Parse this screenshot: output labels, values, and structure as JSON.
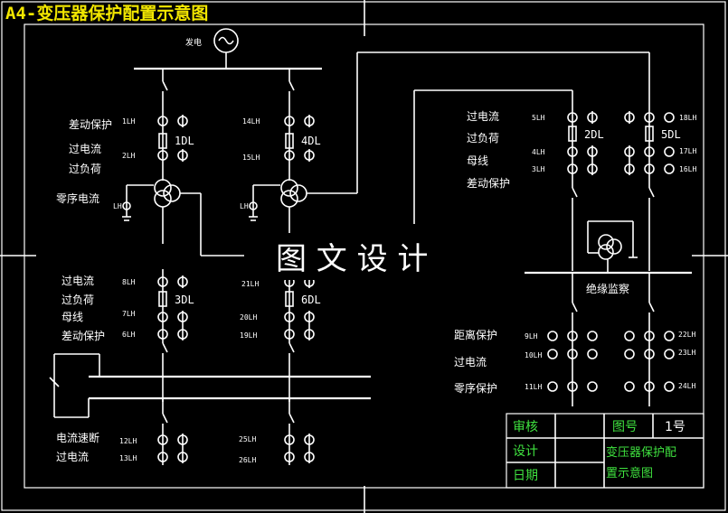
{
  "title": "A4-变压器保护配置示意图",
  "watermark": "图 文 设 计",
  "generator_label": "发电",
  "breakers": {
    "b1": "1DL",
    "b2": "2DL",
    "b3": "3DL",
    "b4": "4DL",
    "b5": "5DL",
    "b6": "6DL"
  },
  "left_top": {
    "l1": "差动保护",
    "l2": "过电流",
    "l3": "过负荷",
    "l4": "零序电流"
  },
  "left_bottom": {
    "l1": "过电流",
    "l2": "过负荷",
    "l3": "母线",
    "l4": "差动保护"
  },
  "left_low": {
    "l1": "电流速断",
    "l2": "过电流"
  },
  "right_top": {
    "l1": "过电流",
    "l2": "过负荷",
    "l3": "母线",
    "l4": "差动保护"
  },
  "right_bottom": {
    "l1": "距离保护",
    "l2": "过电流",
    "l3": "零序保护"
  },
  "insulation": "绝缘监察",
  "ct": {
    "c1": "1LH",
    "c2": "2LH",
    "c3": "3LH",
    "c4": "4LH",
    "c5": "5LH",
    "c6": "6LH",
    "c7": "7LH",
    "c8": "8LH",
    "c9": "9LH",
    "c10": "10LH",
    "c11": "11LH",
    "c12": "12LH",
    "c13": "13LH",
    "c14": "14LH",
    "c15": "15LH",
    "c16": "16LH",
    "c17": "17LH",
    "c18": "18LH",
    "c19": "19LH",
    "c20": "20LH",
    "c21": "21LH",
    "c22": "22LH",
    "c23": "23LH",
    "c24": "24LH",
    "c25": "25LH",
    "c26": "26LH",
    "ln1": "LH",
    "ln2": "LH"
  },
  "title_block": {
    "review": "审核",
    "design": "设计",
    "date": "日期",
    "drawing_no_label": "图号",
    "drawing_no": "1号",
    "name_line1": "变压器保护配",
    "name_line2": "置示意图"
  }
}
